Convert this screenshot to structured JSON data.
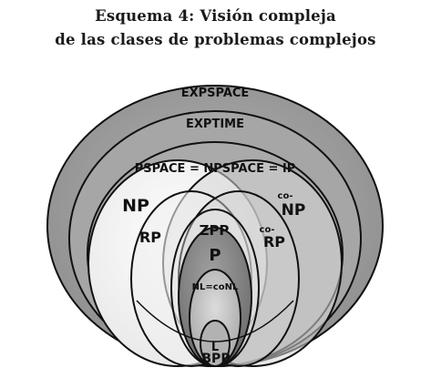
{
  "title": {
    "line1": "Esquema 4: Visión compleja",
    "line2": "de las clases de problemas complejos"
  },
  "diagram": {
    "labels": {
      "expspace": "EXPSPACE",
      "exptime": "EXPTIME",
      "pspace": "PSPACE = NPSPACE = IP",
      "np": "NP",
      "conp_prefix": "co-",
      "conp": "NP",
      "rp": "RP",
      "zpp": "ZPP",
      "corp_prefix": "co-",
      "corp": "RP",
      "p": "P",
      "nl": "NL=coNL",
      "l": "L",
      "bpp": "BPP"
    },
    "colors": {
      "outer_fill": "#9a9a9a",
      "ring_fill": "#a6a6a6",
      "white_region": "#fafafa",
      "p_fill": "#8a8a8a",
      "nl_fill": "#c4c4c4",
      "l_fill": "#b2b2b2",
      "stroke": "#111111"
    }
  }
}
